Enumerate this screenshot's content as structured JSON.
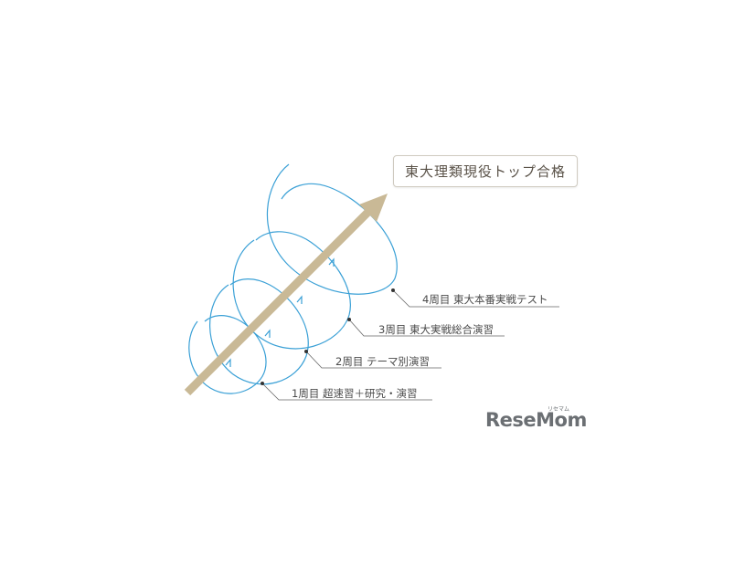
{
  "goal": {
    "text": "東大理類現役トップ合格"
  },
  "cycles": [
    {
      "label": "4周目 東大本番実戦テスト"
    },
    {
      "label": "3周目 東大実戦総合演習"
    },
    {
      "label": "2周目 テーマ別演習"
    },
    {
      "label": "1周目 超速習＋研究・演習"
    }
  ],
  "logo": {
    "text": "ReseMom",
    "ruby": "リセマム"
  },
  "colors": {
    "arrow": "#c9b996",
    "spiral": "#3aa0d6",
    "leader": "#555555"
  }
}
